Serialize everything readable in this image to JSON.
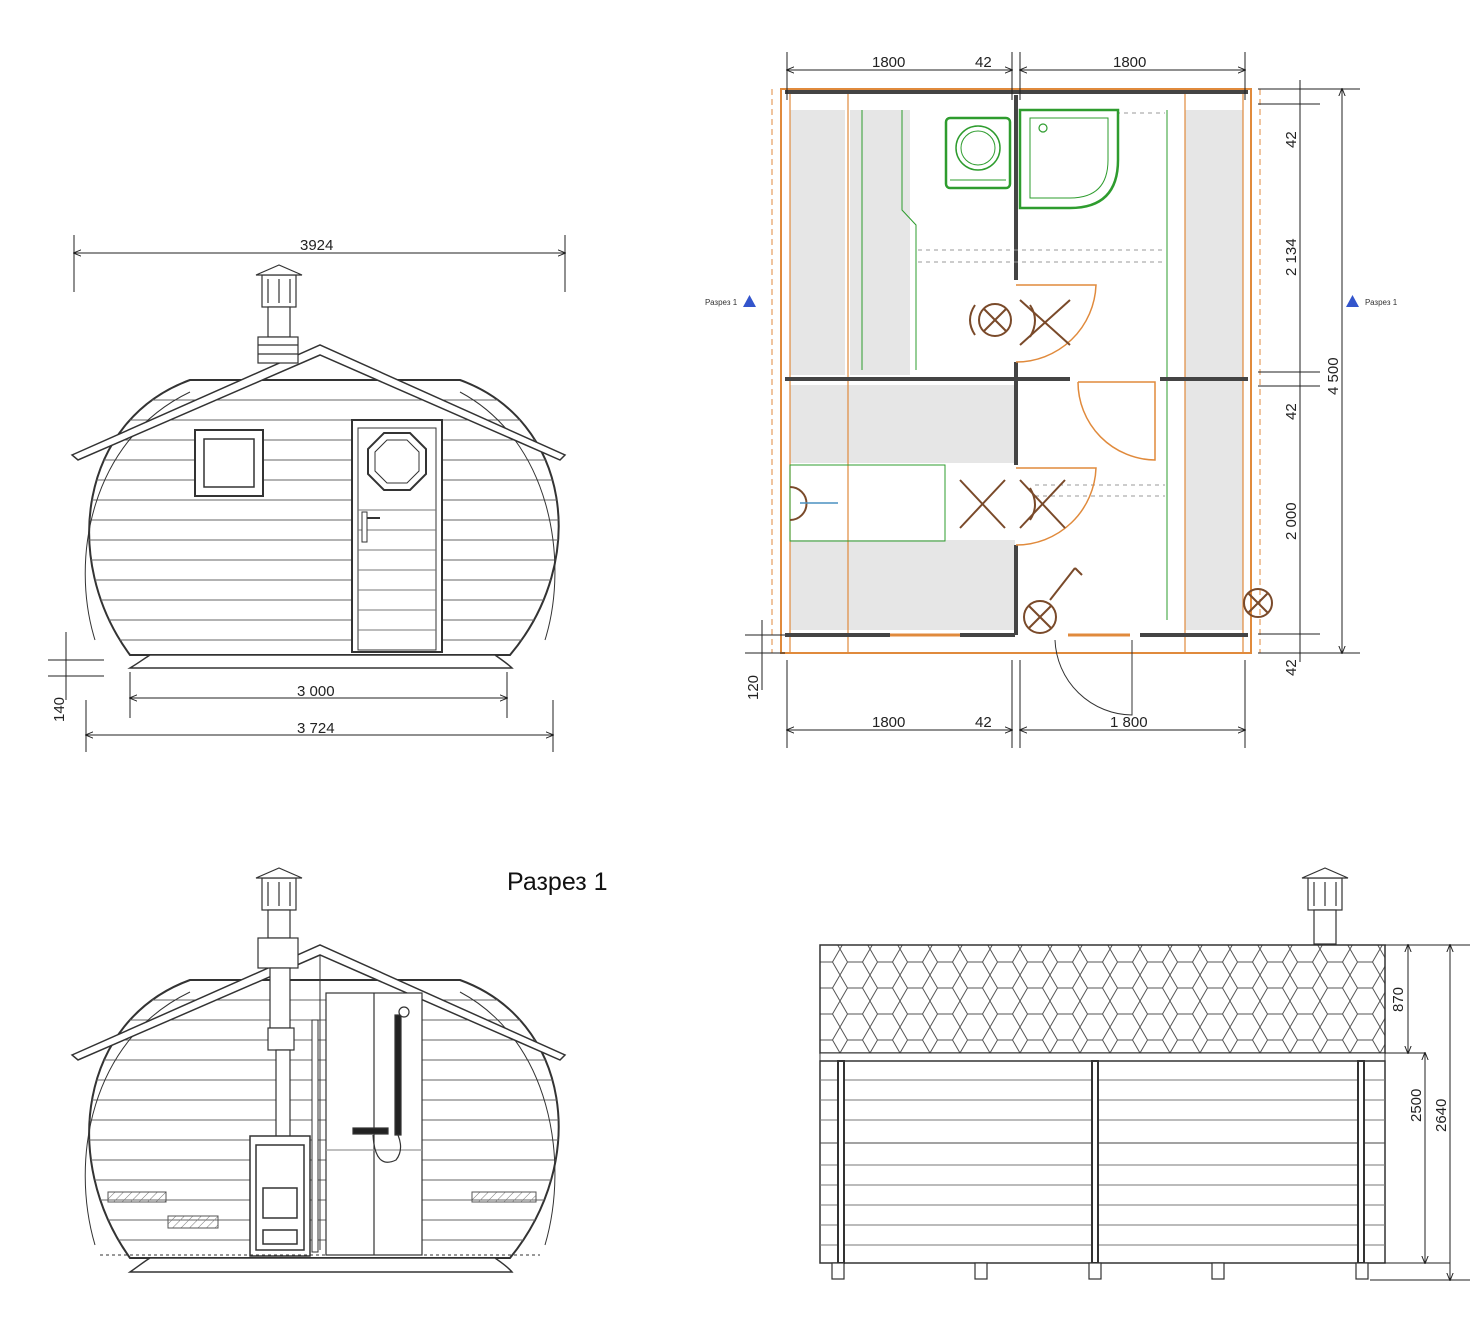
{
  "front_elevation": {
    "dim_width_top": "3924",
    "dim_base": "3 000",
    "dim_total": "3 724",
    "dim_foot": "140"
  },
  "plan": {
    "dim_top_left": "1800",
    "dim_top_mid": "42",
    "dim_top_right": "1800",
    "dim_bottom_left": "1800",
    "dim_bottom_mid": "42",
    "dim_bottom_right": "1 800",
    "dim_right_1": "42",
    "dim_right_2": "2 134",
    "dim_right_3": "42",
    "dim_right_4": "2 000",
    "dim_right_5": "42",
    "dim_total_height": "4 500",
    "dim_left_bottom": "120",
    "section_mark_left": "Разрез 1",
    "section_mark_right": "Разрез 1",
    "accent_orange": "#e08a3c",
    "accent_green": "#2e9c2e",
    "accent_brown": "#7a4a2a",
    "floor_gray": "#e6e6e6"
  },
  "section": {
    "title": "Разрез 1"
  },
  "side_elevation": {
    "dim_roof": "870",
    "dim_wall": "2500",
    "dim_total": "2640"
  }
}
